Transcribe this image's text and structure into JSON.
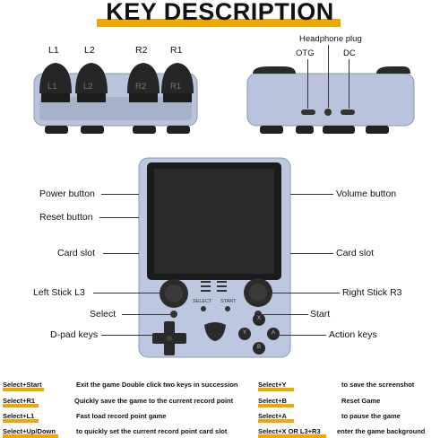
{
  "title": "KEY DESCRIPTION",
  "colors": {
    "accent": "#f0a800",
    "device": "#b9c4dc",
    "button": "#2a2a2a"
  },
  "top_labels": {
    "l1": "L1",
    "l2": "L2",
    "r2": "R2",
    "r1": "R1"
  },
  "key_caps": {
    "l1": "L1",
    "l2": "L2",
    "r2": "R2",
    "r1": "R1"
  },
  "port_labels": {
    "headphone": "Headphone plug",
    "otg": "OTG",
    "dc": "DC"
  },
  "side_labels": {
    "power": "Power button",
    "reset": "Reset button",
    "card_left": "Card slot",
    "left_stick": "Left Stick L3",
    "select": "Select",
    "dpad": "D-pad keys",
    "volume": "Volume button",
    "card_right": "Card slot",
    "right_stick": "Right Stick R3",
    "start": "Start",
    "action": "Action keys"
  },
  "device_text": {
    "select": "SELECT",
    "start": "START",
    "x": "X",
    "y": "Y",
    "a": "A",
    "b": "B"
  },
  "shortcuts_left": [
    {
      "key": "Select+Start",
      "desc": "Exit the game Double click two keys in succession"
    },
    {
      "key": "Select+R1",
      "desc": "Quickly save the game to the current record point"
    },
    {
      "key": "Select+L1",
      "desc": "Fast load record point game"
    },
    {
      "key": "Select+Up/Down",
      "desc": "to quickly set the current record point card slot"
    }
  ],
  "shortcuts_right": [
    {
      "key": "Select+Y",
      "desc": "to save the screenshot"
    },
    {
      "key": "Select+B",
      "desc": "Reset Game"
    },
    {
      "key": "Select+A",
      "desc": "to pause the game"
    },
    {
      "key": "Select+X OR L3+R3",
      "desc": "enter the game background"
    }
  ]
}
